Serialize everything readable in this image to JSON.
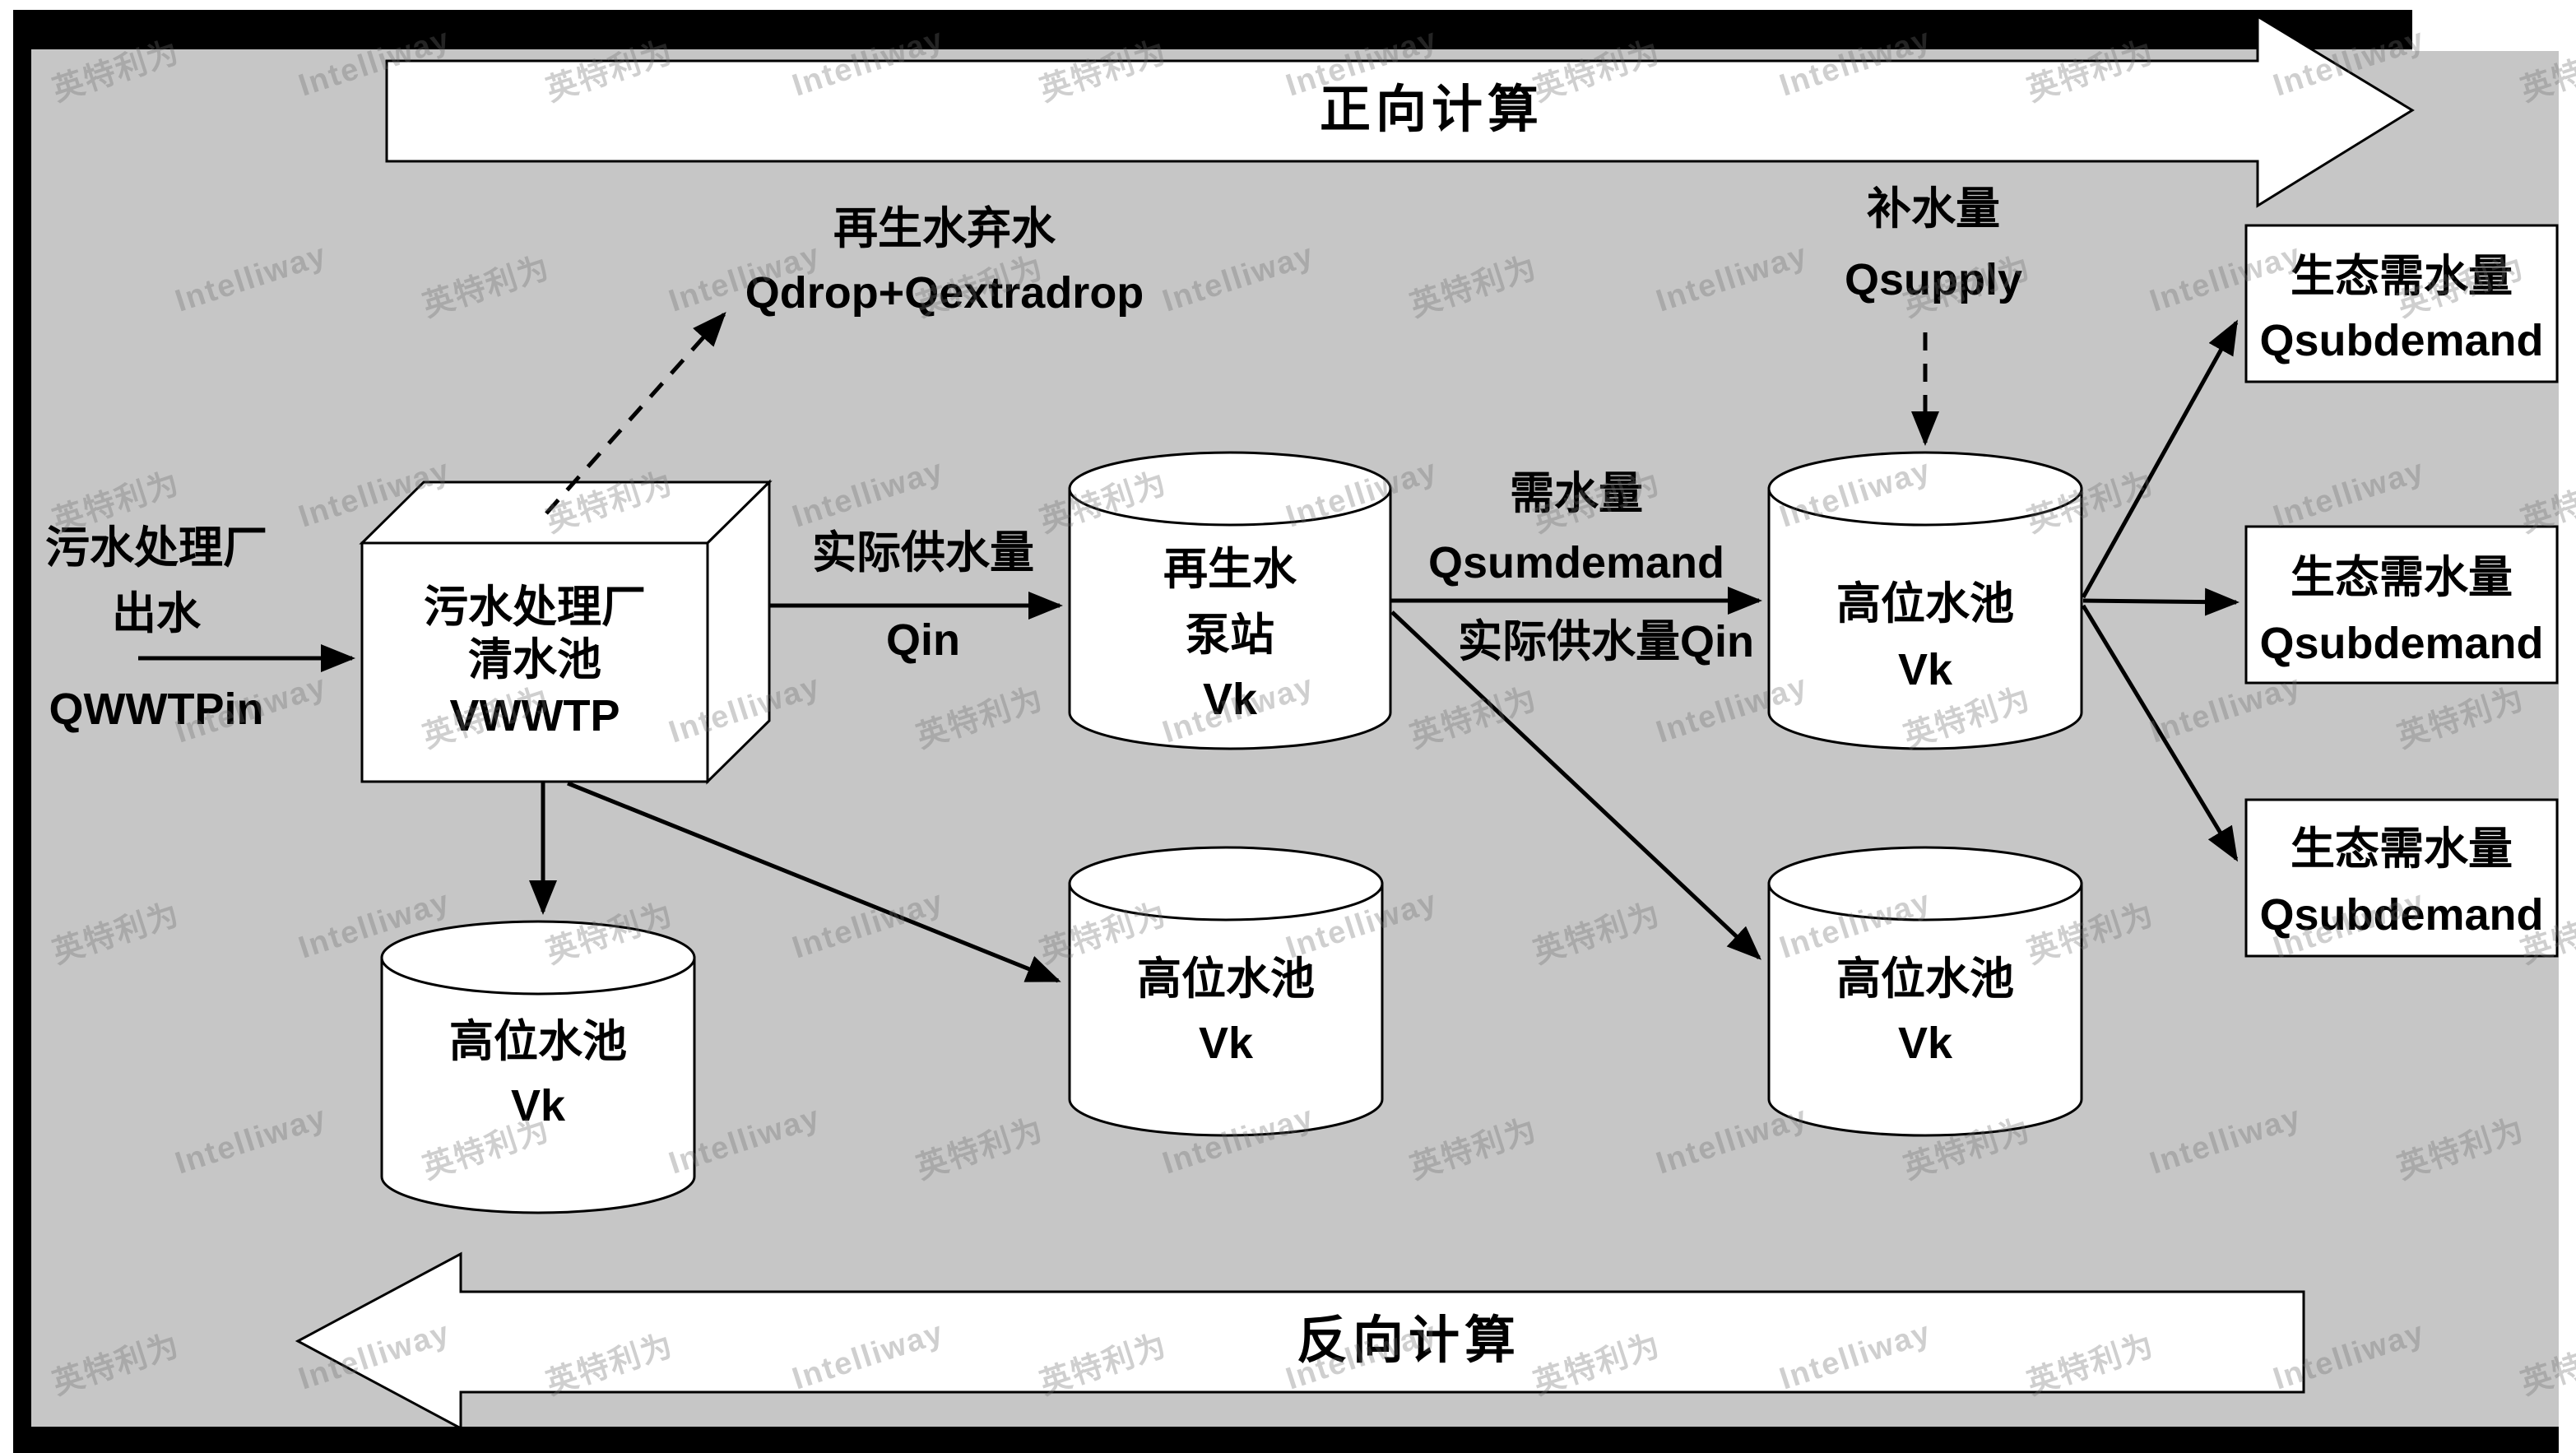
{
  "colors": {
    "background_gray": "#c6c6c6",
    "frame_black": "#000000",
    "shape_fill": "#ffffff",
    "stroke": "#000000",
    "watermark_gray": "#6e6e6e"
  },
  "banners": {
    "forward": "正向计算",
    "backward": "反向计算"
  },
  "watermark": {
    "latin": "Intelliway",
    "cjk": "英特利为"
  },
  "nodes": {
    "inflow_label": {
      "line1": "污水处理厂",
      "line2": "出水",
      "code": "QWWTPin"
    },
    "wwtp_tank": {
      "line1": "污水处理厂",
      "line2": "清水池",
      "code": "VWWTP"
    },
    "pump_station": {
      "line1": "再生水",
      "line2": "泵站",
      "code": "Vk"
    },
    "elevated_tank_top": {
      "line1": "高位水池",
      "code": "Vk"
    },
    "elevated_tank_bottom_left": {
      "line1": "高位水池",
      "code": "Vk"
    },
    "elevated_tank_bottom_middle": {
      "line1": "高位水池",
      "code": "Vk"
    },
    "elevated_tank_bottom_right": {
      "line1": "高位水池",
      "code": "Vk"
    },
    "eco_demand_top": {
      "line1": "生态需水量",
      "code": "Qsubdemand"
    },
    "eco_demand_middle": {
      "line1": "生态需水量",
      "code": "Qsubdemand"
    },
    "eco_demand_bottom": {
      "line1": "生态需水量",
      "code": "Qsubdemand"
    }
  },
  "labels": {
    "drop": {
      "line1": "再生水弃水",
      "line2": "Qdrop+Qextradrop"
    },
    "actual_supply": {
      "line1": "实际供水量",
      "line2": "Qin"
    },
    "demand": {
      "line1": "需水量",
      "line2": "Qsumdemand",
      "line3": "实际供水量Qin"
    },
    "replenish": {
      "line1": "补水量",
      "line2": "Qsupply"
    }
  }
}
